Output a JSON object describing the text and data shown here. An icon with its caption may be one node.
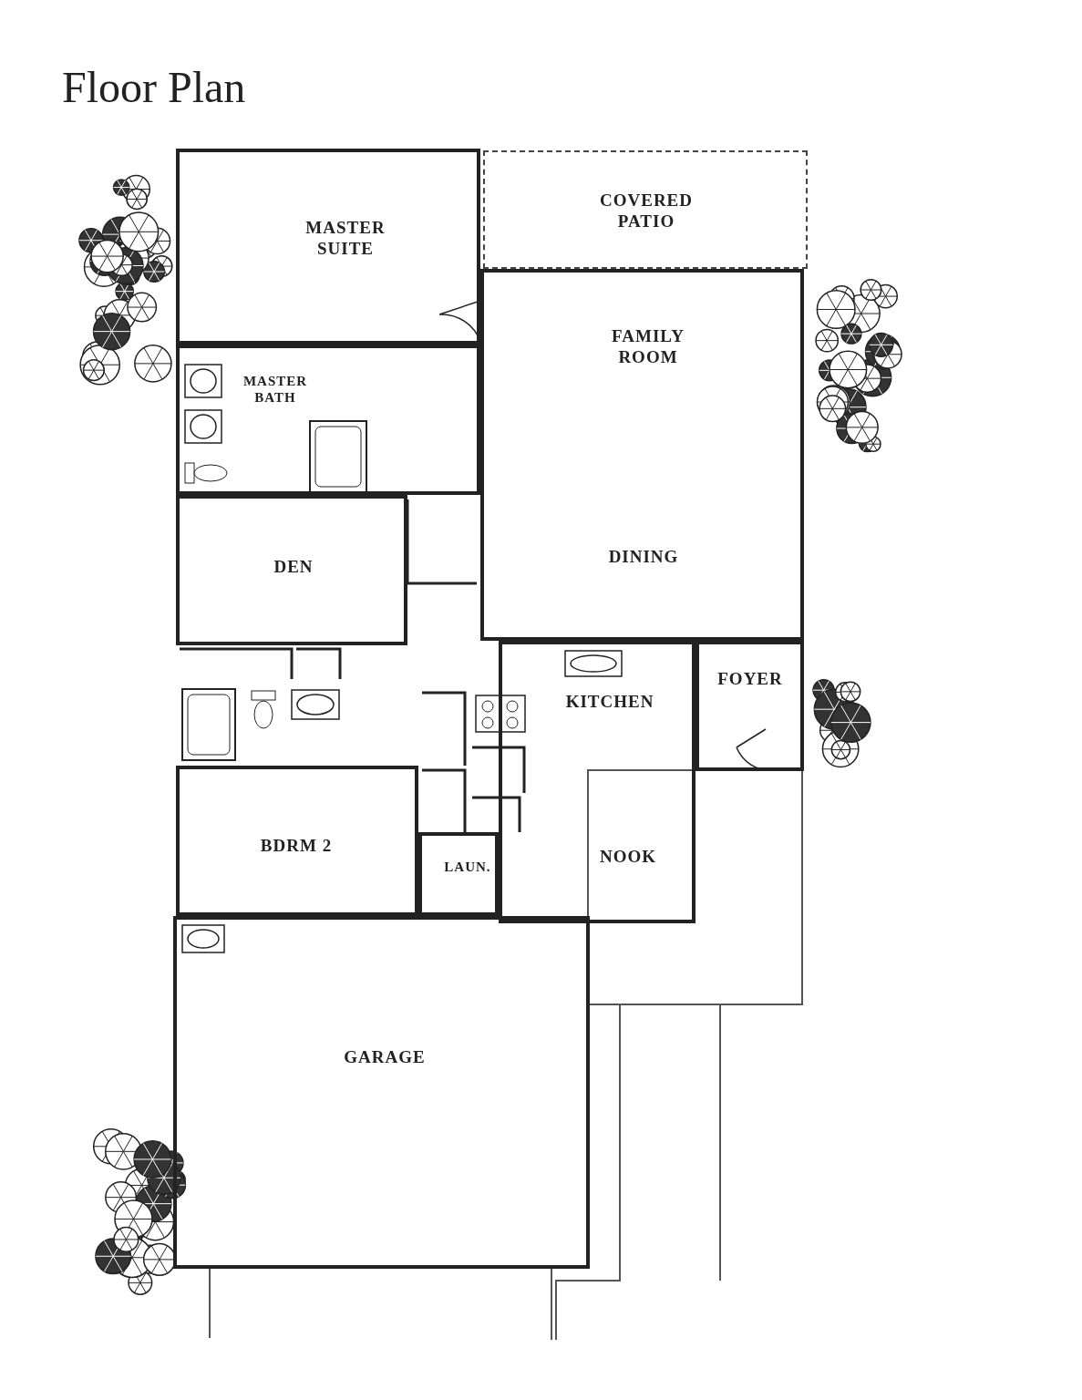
{
  "diagram": {
    "title": "Floor Plan",
    "nodes": [
      {
        "text": [
          "MASTER SUITE"
        ]
      },
      {
        "text": [
          "COVERED PATIO"
        ]
      },
      {
        "text": [
          "FAMILY ROOM",
          "DINING"
        ]
      },
      {
        "text": [
          "MASTER BATH"
        ]
      },
      {
        "text": [
          "DEN"
        ]
      },
      {
        "text": [
          "KITCHEN",
          "NOOK"
        ]
      },
      {
        "text": [
          "FOYER"
        ]
      },
      {
        "text": [
          "BDRM 2"
        ]
      },
      {
        "text": [
          "LAUN."
        ]
      },
      {
        "text": [
          "GARAGE"
        ]
      }
    ],
    "edges": []
  }
}
